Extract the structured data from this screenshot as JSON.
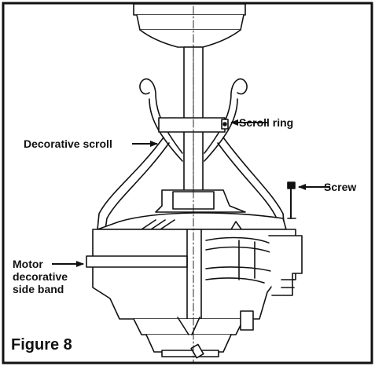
{
  "labels": {
    "scroll_ring": "Scroll ring",
    "decorative_scroll": "Decorative scroll",
    "screw": "Screw",
    "motor_line1": "Motor",
    "motor_line2": "decorative",
    "motor_line3": "side band"
  },
  "figure_caption": "Figure 8",
  "colors": {
    "ink": "#111111",
    "background": "#ffffff"
  }
}
